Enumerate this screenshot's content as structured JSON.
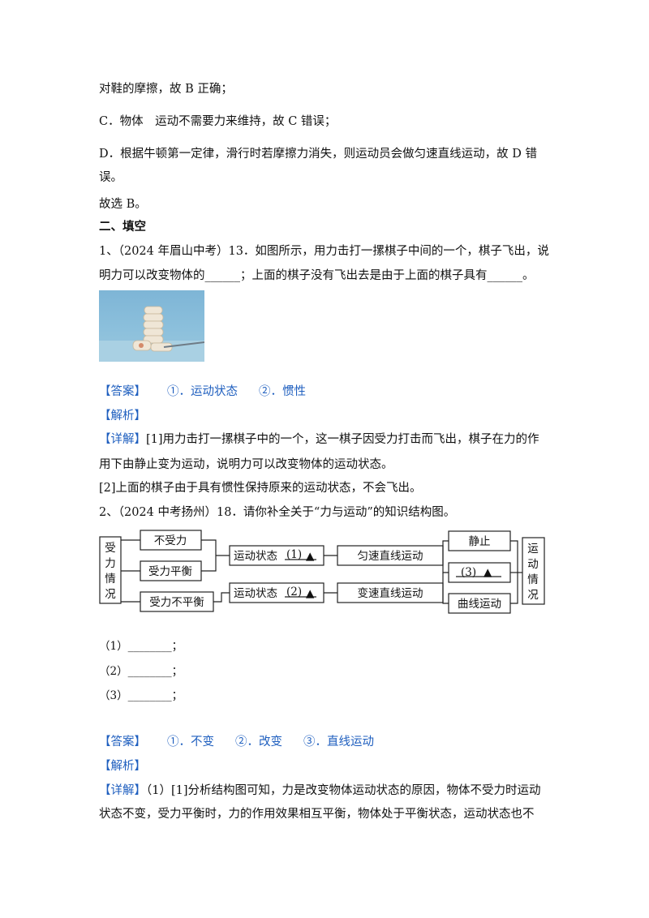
{
  "lines": {
    "l1": "对鞋的摩擦，故 B 正确；",
    "l2": "C．物体　运动不需要力来维持，故 C 错误；",
    "l3": "D．根据牛顿第一定律，滑行时若摩擦力消失，则运动员会做匀速直线运动，故 D 错",
    "l4": "误。",
    "l5": "故选 B。"
  },
  "section_title": "二、填空",
  "q1": {
    "line1": "1、（2024 年眉山中考）13．如图所示，用力击打一摞棋子中间的一个，棋子飞出，说",
    "line2": "明力可以改变物体的______；上面的棋子没有飞出去是由于上面的棋子具有______。",
    "answer_tag": "【答案】",
    "answer_1": "①．运动状态",
    "answer_2": "②．惯性",
    "analysis_tag": "【解析】",
    "detail_tag": "【详解】",
    "detail_1": "[1]用力击打一摞棋子中的一个，这一棋子因受力打击而飞出，棋子在力的作",
    "detail_2": "用下由静止变为运动，说明力可以改变物体的运动状态。",
    "detail_3": "[2]上面的棋子由于具有惯性保持原来的运动状态，不会飞出。"
  },
  "q2": {
    "line1": "2、（2024 中考扬州）18．请你补全关于“力与运动”的知识结构图。",
    "diagram": {
      "left": [
        "受",
        "力",
        "情",
        "况"
      ],
      "right": [
        "运",
        "动",
        "情",
        "况"
      ],
      "no_force": "不受力",
      "balanced": "受力平衡",
      "unbalanced": "受力不平衡",
      "state1": "运动状态",
      "mark1": "(1)",
      "state2": "运动状态",
      "mark2": "(2)",
      "uniform": "匀速直线运动",
      "variable": "变速直线运动",
      "rest": "静止",
      "mark3": "(3)",
      "curve": "曲线运动",
      "triangle": "▲"
    },
    "blank1": "（1）________；",
    "blank2": "（2）________；",
    "blank3": "（3）________；",
    "answer_tag": "【答案】",
    "answer_1": "①．不变",
    "answer_2": "②．改变",
    "answer_3": "③．直线运动",
    "analysis_tag": "【解析】",
    "detail_tag": "【详解】",
    "detail_1": "（1）[1]分析结构图可知，力是改变物体运动状态的原因，物体不受力时运动",
    "detail_2": "状态不变，受力平衡时，力的作用效果相互平衡，物体处于平衡状态，运动状态也不"
  }
}
